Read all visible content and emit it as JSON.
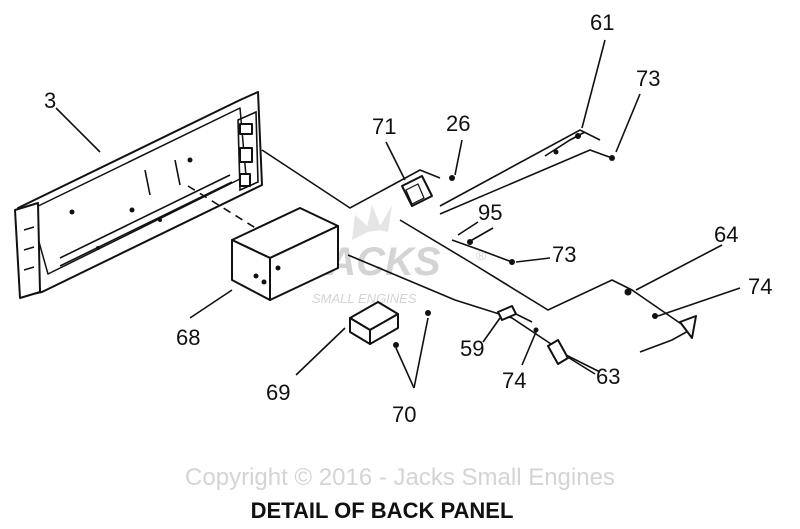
{
  "callouts": {
    "c3": "3",
    "c61": "61",
    "c73a": "73",
    "c71": "71",
    "c26": "26",
    "c95": "95",
    "c73b": "73",
    "c64": "64",
    "c74a": "74",
    "c68": "68",
    "c59": "59",
    "c74b": "74",
    "c63": "63",
    "c69": "69",
    "c70": "70"
  },
  "watermark": {
    "logo": "JACKS",
    "logo_reg": "®",
    "logo_sub": "SMALL ENGINES",
    "copyright": "Copyright © 2016 - Jacks Small Engines"
  },
  "caption": "DETAIL OF BACK PANEL"
}
